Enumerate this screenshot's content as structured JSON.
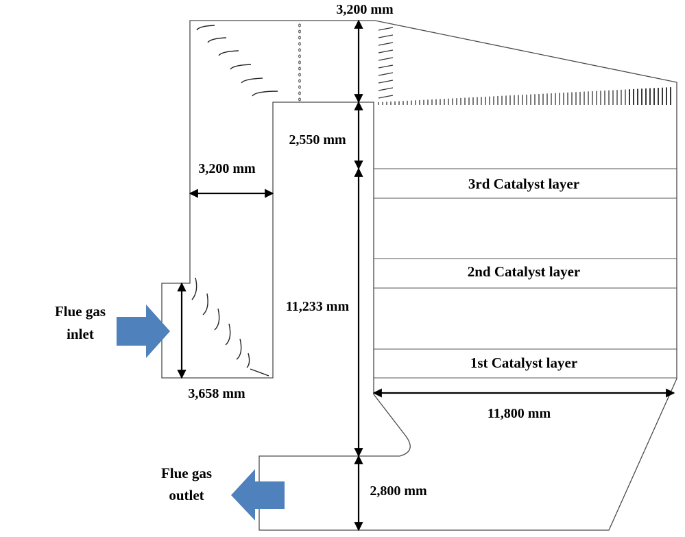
{
  "labels": {
    "inlet": [
      "Flue gas",
      "inlet"
    ],
    "outlet": [
      "Flue gas",
      "outlet"
    ],
    "layer3": "3rd Catalyst layer",
    "layer2": "2nd Catalyst layer",
    "layer1": "1st Catalyst layer"
  },
  "dimensions": {
    "top_height": "3,200 mm",
    "upper_duct_height": "2,550 mm",
    "duct_width": "3,200 mm",
    "reactor_height": "11,233 mm",
    "inlet_height": "3,658 mm",
    "reactor_width": "11,800 mm",
    "outlet_height": "2,800 mm"
  },
  "colors": {
    "flow_arrow": "#4f81bd",
    "wall": "#4a4a4a",
    "dimension_arrow": "#000000"
  }
}
